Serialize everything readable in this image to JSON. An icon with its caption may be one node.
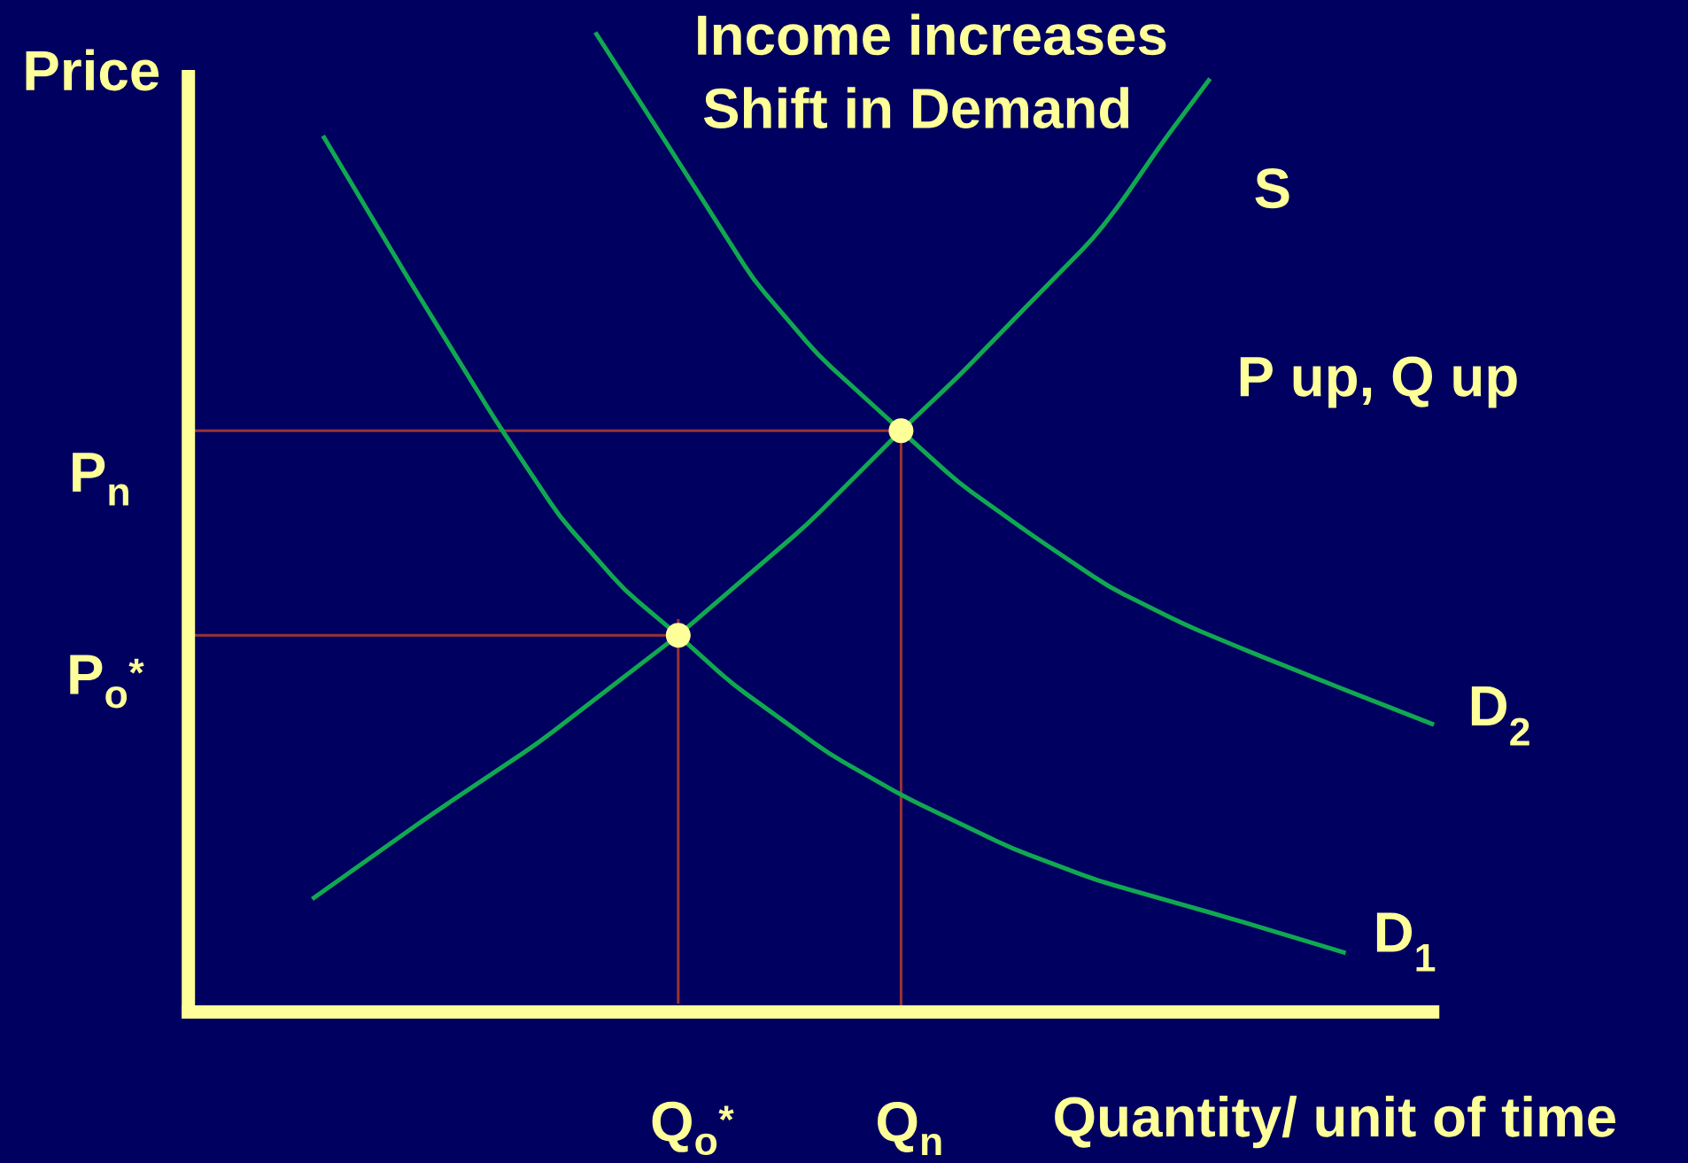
{
  "diagram": {
    "labels": [
      "Income increases",
      "Shift in Demand",
      "Price",
      "S",
      "P up, Q up",
      "P$_{n}$",
      "P$_{o}$$^{*}$",
      "D$_{2}$",
      "D$_{1}$",
      "Q$_{o}$$^{*}$",
      "Q$_{n}$",
      "Quantity/ unit of time"
    ]
  }
}
